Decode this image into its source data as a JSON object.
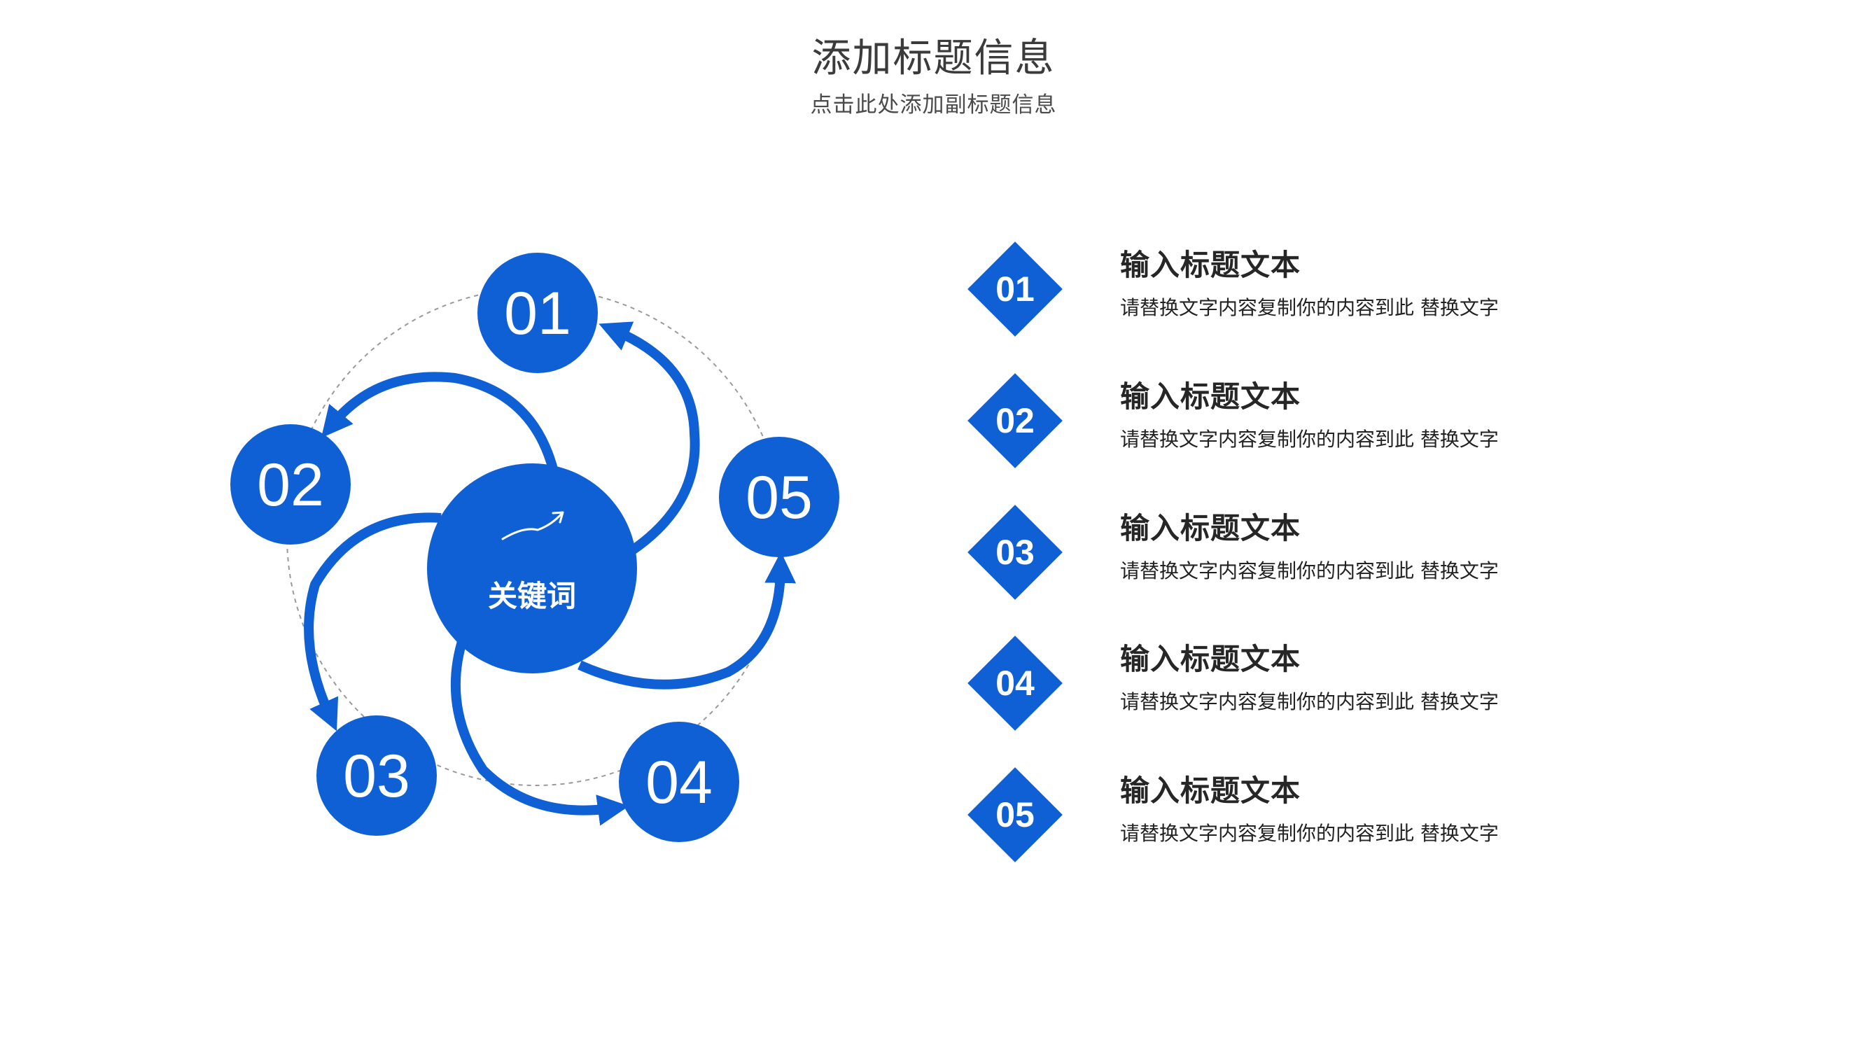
{
  "title": "添加标题信息",
  "subtitle": "点击此处添加副标题信息",
  "colors": {
    "primary": "#1060d5",
    "title_text": "#3b3b3b",
    "item_title_text": "#262626",
    "body_text": "#222222",
    "dashed_ring": "#9a9a9a"
  },
  "center": {
    "label": "关键词",
    "icon": "trend-arrow-icon"
  },
  "cycle_nodes": [
    "01",
    "02",
    "03",
    "04",
    "05"
  ],
  "items": [
    {
      "number": "01",
      "title": "输入标题文本",
      "description": "请替换文字内容复制你的内容到此 替换文字"
    },
    {
      "number": "02",
      "title": "输入标题文本",
      "description": "请替换文字内容复制你的内容到此 替换文字"
    },
    {
      "number": "03",
      "title": "输入标题文本",
      "description": "请替换文字内容复制你的内容到此 替换文字"
    },
    {
      "number": "04",
      "title": "输入标题文本",
      "description": "请替换文字内容复制你的内容到此 替换文字"
    },
    {
      "number": "05",
      "title": "输入标题文本",
      "description": "请替换文字内容复制你的内容到此 替换文字"
    }
  ]
}
